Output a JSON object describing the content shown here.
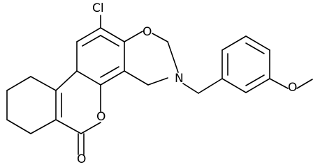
{
  "molecule": {
    "atoms": [
      {
        "id": "cl",
        "text": "Cl"
      },
      {
        "id": "o_ring",
        "text": "O"
      },
      {
        "id": "n_ring",
        "text": "N"
      },
      {
        "id": "o_lactone",
        "text": "O"
      },
      {
        "id": "o_carbonyl",
        "text": "O"
      },
      {
        "id": "o_methoxy",
        "text": "O"
      }
    ]
  },
  "colors": {
    "bond": "#000000",
    "text": "#000000",
    "background": "#ffffff"
  }
}
